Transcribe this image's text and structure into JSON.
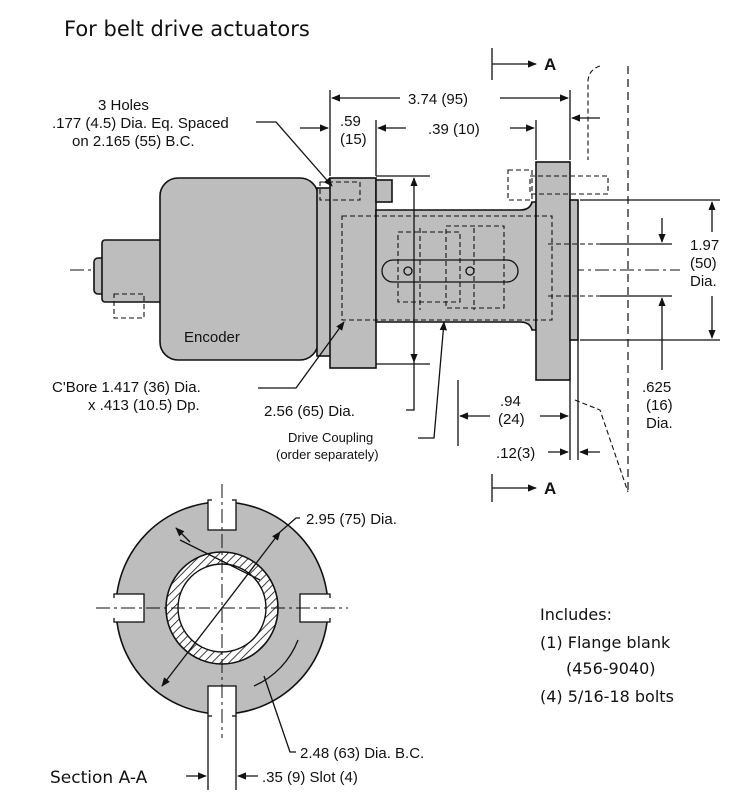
{
  "title": "For belt drive actuators",
  "side_view": {
    "encoder_label": "Encoder",
    "holes_callout": [
      "3 Holes",
      ".177 (4.5) Dia. Eq. Spaced",
      "on 2.165 (55) B.C."
    ],
    "overall_length": "3.74 (95)",
    "flange_thk": [
      ".59",
      "(15)"
    ],
    "gap": ".39 (10)",
    "pilot_dia": [
      "1.97",
      "(50)",
      "Dia."
    ],
    "shaft_dia": [
      ".625",
      "(16)",
      "Dia."
    ],
    "cbore": [
      "C'Bore 1.417 (36) Dia.",
      "x .413 (10.5) Dp."
    ],
    "body_dia": "2.56 (65) Dia.",
    "coupling": [
      "Drive Coupling",
      "(order separately)"
    ],
    "length_94": [
      ".94",
      "(24)"
    ],
    "length_12": ".12(3)",
    "section_mark": "A"
  },
  "section_view": {
    "od": "2.95 (75) Dia.",
    "bc": "2.48 (63) Dia. B.C.",
    "label": "Section A-A",
    "slot": ".35 (9) Slot (4)"
  },
  "includes": {
    "heading": "Includes:",
    "items": [
      "(1) Flange blank",
      "(456-9040)",
      "(4) 5/16-18 bolts"
    ]
  }
}
